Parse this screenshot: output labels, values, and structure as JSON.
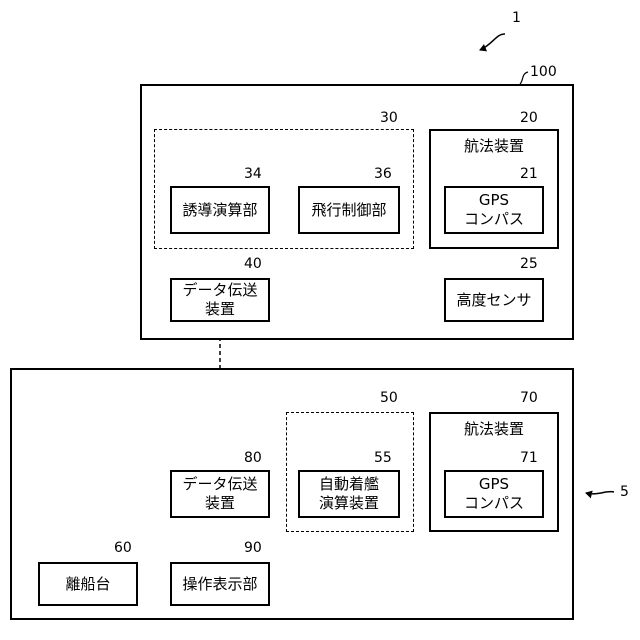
{
  "system_ref": "1",
  "aircraft": {
    "ref": "100",
    "guidance_group_ref": "30",
    "guidance_calc": {
      "ref": "34",
      "label": "誘導演算部"
    },
    "flight_control": {
      "ref": "36",
      "label": "飛行制御部"
    },
    "navigation": {
      "ref": "20",
      "title": "航法装置"
    },
    "gps": {
      "ref": "21",
      "label": "GPS\nコンパス"
    },
    "altitude": {
      "ref": "25",
      "label": "高度センサ"
    },
    "data_link": {
      "ref": "40",
      "label": "データ伝送\n装置"
    }
  },
  "ship": {
    "ref": "5",
    "landing_group_ref": "50",
    "auto_landing": {
      "ref": "55",
      "label": "自動着艦\n演算装置"
    },
    "navigation": {
      "ref": "70",
      "title": "航法装置"
    },
    "gps": {
      "ref": "71",
      "label": "GPS\nコンパス"
    },
    "data_link": {
      "ref": "80",
      "label": "データ伝送\n装置"
    },
    "launch_pad": {
      "ref": "60",
      "label": "離船台"
    },
    "operation_display": {
      "ref": "90",
      "label": "操作表示部"
    }
  }
}
